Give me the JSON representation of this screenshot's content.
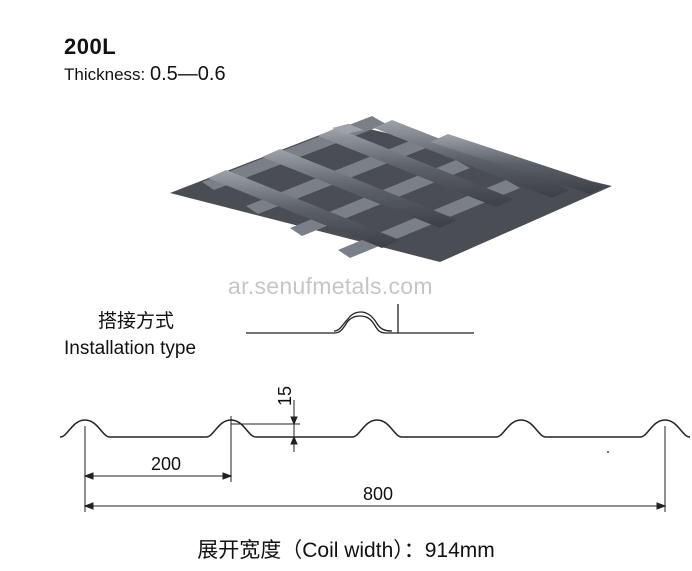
{
  "header": {
    "model": "200L",
    "thickness_label": "Thickness: ",
    "thickness_value": "0.5—0.6"
  },
  "installation": {
    "title_cn": "搭接方式",
    "title_en": "Installation type"
  },
  "watermark": "ar.senufmetals.com",
  "dimensions": {
    "height": "15",
    "pitch": "200",
    "cover_width": "800"
  },
  "coil_width": {
    "label": "展开宽度（Coil width）：914mm"
  },
  "colors": {
    "sheet_dark": "#4a4d54",
    "sheet_light": "#8c9098",
    "line": "#222222"
  }
}
